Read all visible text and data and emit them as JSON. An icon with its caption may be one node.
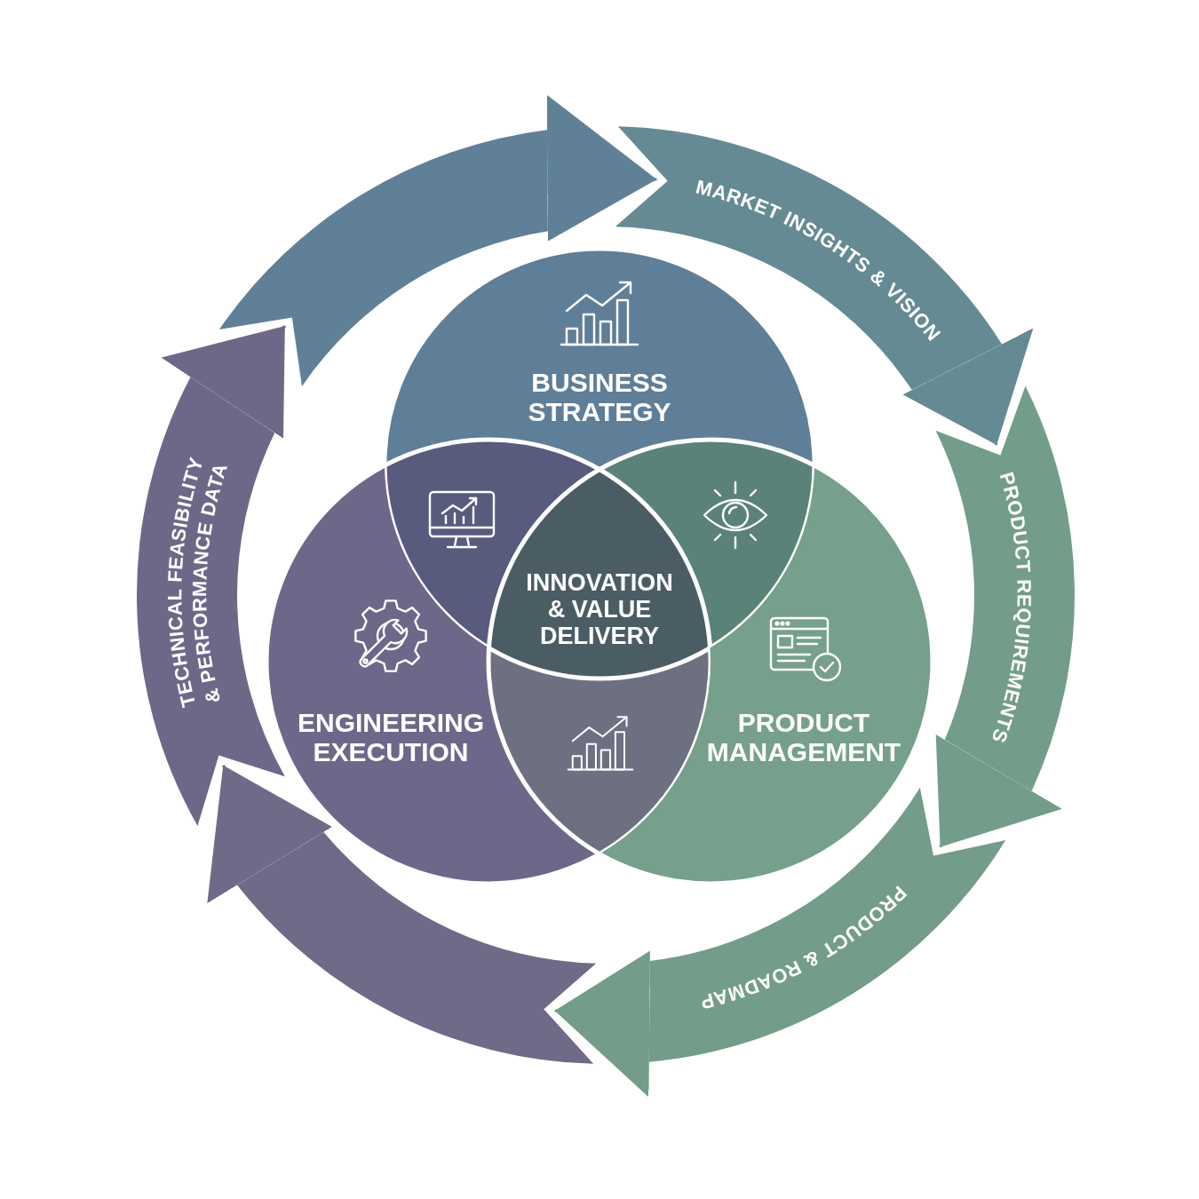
{
  "diagram": {
    "nodes": [
      {
        "text": [
          "BUSINESS STRATEGY"
        ]
      },
      {
        "text": [
          "INNOVATION & VALUE DELIVERY"
        ]
      },
      {
        "text": [
          "ENGINEERING EXECUTION"
        ]
      },
      {
        "text": [
          "PRODUCT MANAGEMENT"
        ]
      },
      {
        "text": [],
        "shape": "arrow"
      },
      {
        "text": [
          "MARKET INSIGHTS & VISION"
        ]
      },
      {
        "text": [
          "PRODUCT REQUIREMENTS"
        ]
      },
      {
        "text": [
          "PRODUCT & ROADMAP"
        ]
      },
      {
        "text": [],
        "shape": "arrow"
      },
      {
        "text": [
          "TECHNICAL FEASIBILITY & PERFORMANCE DATA"
        ]
      }
    ],
    "edges": [
      {
        "from": 4,
        "to": 5,
        "arrow": "to",
        "color": "#5f8097"
      },
      {
        "from": 5,
        "to": 6,
        "arrow": "to",
        "color": "#668a93"
      },
      {
        "from": 6,
        "to": 7,
        "arrow": "to",
        "color": "#739d8a"
      },
      {
        "from": 7,
        "to": 8,
        "arrow": "to",
        "color": "#739c8a"
      },
      {
        "from": 8,
        "to": 9,
        "arrow": "to",
        "color": "#6e6a88"
      },
      {
        "from": 9,
        "to": 4,
        "arrow": "to",
        "color": "#6e6888"
      }
    ]
  }
}
